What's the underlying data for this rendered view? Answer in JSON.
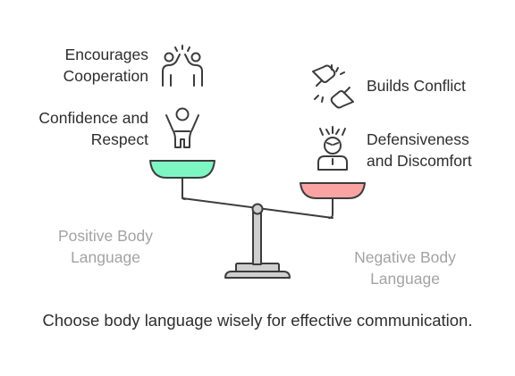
{
  "diagram": {
    "positive_effects": [
      {
        "lines": [
          "Encourages",
          "Cooperation"
        ],
        "icon": "teamwork-high-five-icon"
      },
      {
        "lines": [
          "Confidence and",
          "Respect"
        ],
        "icon": "confident-person-icon"
      }
    ],
    "negative_effects": [
      {
        "lines": [
          "Builds Conflict"
        ],
        "icon": "clashing-fists-icon"
      },
      {
        "lines": [
          "Defensiveness",
          "and Discomfort"
        ],
        "icon": "stressed-person-icon"
      }
    ],
    "positive_side_label": [
      "Positive Body",
      "Language"
    ],
    "negative_side_label": [
      "Negative Body",
      "Language"
    ],
    "footer": "Choose body language wisely for effective communication.",
    "colors": {
      "positive_pan": "#7ef6c4",
      "negative_pan": "#f9a4a3",
      "stroke": "#3c3c3c",
      "stand": "#cfcfcf",
      "muted_text": "#a3a3a3"
    }
  }
}
